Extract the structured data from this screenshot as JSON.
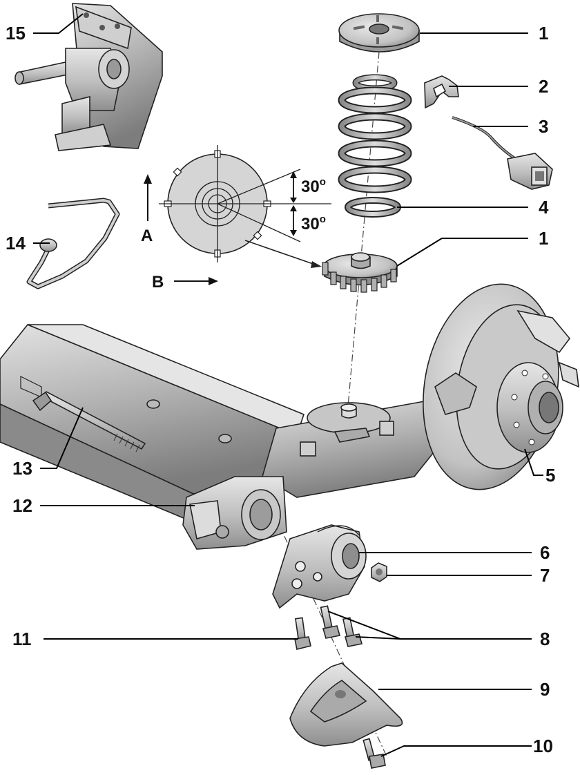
{
  "callouts": {
    "c1_top": "1",
    "c2": "2",
    "c3": "3",
    "c4": "4",
    "c1_bottom": "1",
    "c5": "5",
    "c6": "6",
    "c7": "7",
    "c8": "8",
    "c9": "9",
    "c10": "10",
    "c11": "11",
    "c12": "12",
    "c13": "13",
    "c14": "14",
    "c15": "15"
  },
  "detail_view": {
    "angle_top": "30",
    "angle_bottom": "30",
    "degree_mark": "o",
    "arrow_a": "A",
    "arrow_b": "B"
  },
  "colors": {
    "metal_light": "#d9d9d9",
    "metal_mid": "#b5b5b5",
    "metal_dark": "#8c8c8c",
    "outline": "#222222"
  }
}
